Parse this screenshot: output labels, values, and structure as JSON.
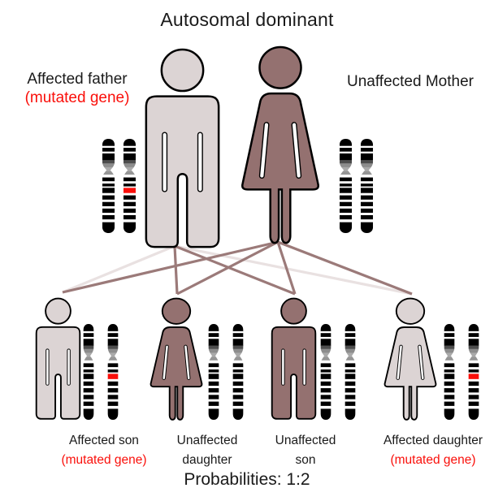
{
  "title": "Autosomal dominant",
  "footer": "Probabilities: 1:2",
  "parents": {
    "father": {
      "label": "Affected father",
      "sublabel": "(mutated gene)",
      "sex": "male",
      "status": "affected"
    },
    "mother": {
      "label": "Unaffected Mother",
      "sublabel": "",
      "sex": "female",
      "status": "unaffected"
    }
  },
  "children": [
    {
      "label": "Affected son",
      "sublabel": "(mutated gene)",
      "sex": "male",
      "status": "affected"
    },
    {
      "label": "Unaffected",
      "sublabel": "daughter",
      "sex": "female",
      "status": "unaffected"
    },
    {
      "label": "Unaffected",
      "sublabel": "son",
      "sex": "male",
      "status": "unaffected"
    },
    {
      "label": "Affected daughter",
      "sublabel": "(mutated gene)",
      "sex": "female",
      "status": "affected"
    }
  ],
  "chromosomes": {
    "father_pair": [
      "normal",
      "mutated"
    ],
    "mother_pair": [
      "normal",
      "normal"
    ],
    "child_pairs": [
      [
        "normal",
        "mutated"
      ],
      [
        "normal",
        "normal"
      ],
      [
        "normal",
        "normal"
      ],
      [
        "normal",
        "mutated"
      ]
    ]
  },
  "connections": [
    {
      "from": "father",
      "to": 0,
      "allele": "mutated"
    },
    {
      "from": "father",
      "to": 1,
      "allele": "normal"
    },
    {
      "from": "father",
      "to": 2,
      "allele": "normal"
    },
    {
      "from": "father",
      "to": 3,
      "allele": "mutated"
    },
    {
      "from": "mother",
      "to": 0,
      "allele": "normal"
    },
    {
      "from": "mother",
      "to": 1,
      "allele": "normal"
    },
    {
      "from": "mother",
      "to": 2,
      "allele": "normal"
    },
    {
      "from": "mother",
      "to": 3,
      "allele": "normal"
    }
  ],
  "colors": {
    "affected_fill": "#dcd4d4",
    "unaffected_fill": "#947170",
    "mutated_allele_line": "#e9e1e1",
    "normal_allele_line": "#9b7a79",
    "mutation_red": "#fa0f0a",
    "text_red": "#fa0f0a",
    "text_black": "#1a1a1a",
    "outline": "#000000",
    "background": "#ffffff"
  }
}
